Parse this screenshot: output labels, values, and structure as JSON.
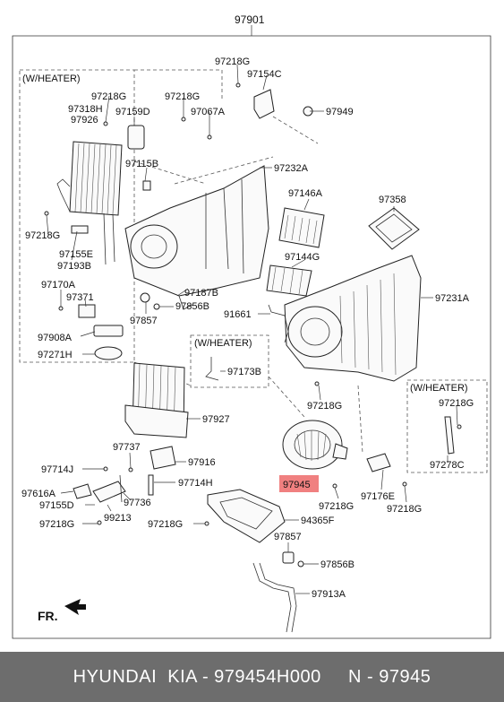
{
  "diagram": {
    "assembly_number": "97901",
    "group_labels": {
      "heater_a": "(W/HEATER)",
      "heater_b": "(W/HEATER)",
      "heater_c": "(W/HEATER)"
    },
    "direction_label": "FR.",
    "highlight_color": "#f08080",
    "parts": {
      "p97218G_top": "97218G",
      "p97154C": "97154C",
      "p97949": "97949",
      "p97218G_a": "97218G",
      "p97318H": "97318H",
      "p97926": "97926",
      "p97159D": "97159D",
      "p97218G_b": "97218G",
      "p97067A": "97067A",
      "p97115B": "97115B",
      "p97232A": "97232A",
      "p97146A": "97146A",
      "p97358": "97358",
      "p97218G_c": "97218G",
      "p97155E": "97155E",
      "p97193B": "97193B",
      "p97144G": "97144G",
      "p97170A": "97170A",
      "p97371": "97371",
      "p97187B": "97187B",
      "p97231A": "97231A",
      "p97856B_a": "97856B",
      "p91661": "91661",
      "p97857_a": "97857",
      "p97908A": "97908A",
      "p97271H": "97271H",
      "p97173B": "97173B",
      "p97218G_d": "97218G",
      "p97218G_e": "97218G",
      "p97927": "97927",
      "p97278C": "97278C",
      "p97737": "97737",
      "p97916": "97916",
      "p97714J": "97714J",
      "p97714H": "97714H",
      "p97945": "97945",
      "p97218G_f": "97218G",
      "p97176E": "97176E",
      "p97218G_g": "97218G",
      "p97616A": "97616A",
      "p97736": "97736",
      "p97155D": "97155D",
      "p99213": "99213",
      "p97218G_h": "97218G",
      "p97218G_i": "97218G",
      "p94365F": "94365F",
      "p97857_b": "97857",
      "p97856B_b": "97856B",
      "p97913A": "97913A"
    }
  },
  "footer": {
    "text": "HYUNDAI  KIA - 979454H000     N - 97945"
  }
}
